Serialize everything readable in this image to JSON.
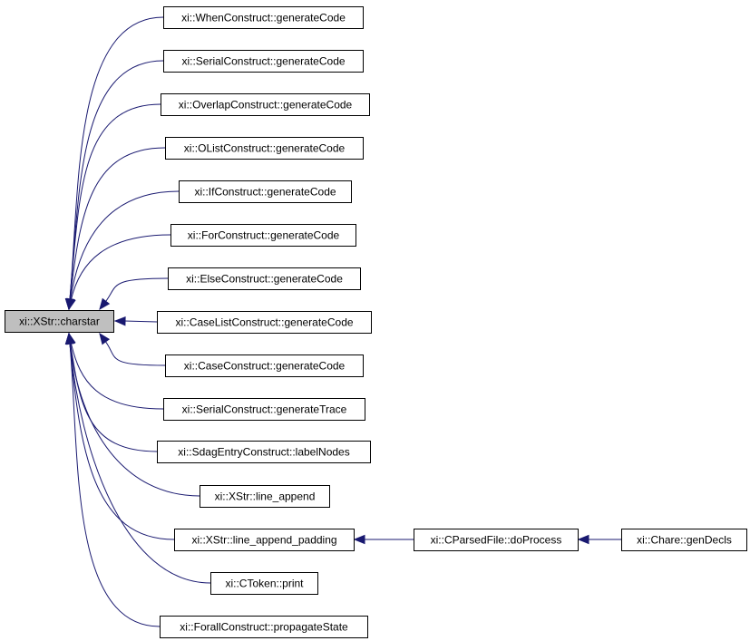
{
  "graph": {
    "colors": {
      "edge": "#191970",
      "root_fill": "#bfbfbf",
      "node_fill": "#ffffff",
      "node_border": "#000000"
    },
    "nodes": [
      {
        "id": "charstar",
        "label": "xi::XStr::charstar",
        "root": true
      },
      {
        "id": "when",
        "label": "xi::WhenConstruct::generateCode"
      },
      {
        "id": "serial",
        "label": "xi::SerialConstruct::generateCode"
      },
      {
        "id": "overlap",
        "label": "xi::OverlapConstruct::generateCode"
      },
      {
        "id": "olist",
        "label": "xi::OListConstruct::generateCode"
      },
      {
        "id": "if",
        "label": "xi::IfConstruct::generateCode"
      },
      {
        "id": "for",
        "label": "xi::ForConstruct::generateCode"
      },
      {
        "id": "else",
        "label": "xi::ElseConstruct::generateCode"
      },
      {
        "id": "caselist",
        "label": "xi::CaseListConstruct::generateCode"
      },
      {
        "id": "case",
        "label": "xi::CaseConstruct::generateCode"
      },
      {
        "id": "serialtrace",
        "label": "xi::SerialConstruct::generateTrace"
      },
      {
        "id": "sdag",
        "label": "xi::SdagEntryConstruct::labelNodes"
      },
      {
        "id": "lineappend",
        "label": "xi::XStr::line_append"
      },
      {
        "id": "lineappendpad",
        "label": "xi::XStr::line_append_padding"
      },
      {
        "id": "cparsed",
        "label": "xi::CParsedFile::doProcess"
      },
      {
        "id": "gendecls",
        "label": "xi::Chare::genDecls"
      },
      {
        "id": "ctoken",
        "label": "xi::CToken::print"
      },
      {
        "id": "forall",
        "label": "xi::ForallConstruct::propagateState"
      }
    ],
    "edges": [
      {
        "from": "when",
        "to": "charstar"
      },
      {
        "from": "serial",
        "to": "charstar"
      },
      {
        "from": "overlap",
        "to": "charstar"
      },
      {
        "from": "olist",
        "to": "charstar"
      },
      {
        "from": "if",
        "to": "charstar"
      },
      {
        "from": "for",
        "to": "charstar"
      },
      {
        "from": "else",
        "to": "charstar"
      },
      {
        "from": "caselist",
        "to": "charstar"
      },
      {
        "from": "case",
        "to": "charstar"
      },
      {
        "from": "serialtrace",
        "to": "charstar"
      },
      {
        "from": "sdag",
        "to": "charstar"
      },
      {
        "from": "lineappend",
        "to": "charstar"
      },
      {
        "from": "lineappendpad",
        "to": "charstar"
      },
      {
        "from": "ctoken",
        "to": "charstar"
      },
      {
        "from": "forall",
        "to": "charstar"
      },
      {
        "from": "cparsed",
        "to": "lineappendpad"
      },
      {
        "from": "gendecls",
        "to": "cparsed"
      }
    ]
  }
}
